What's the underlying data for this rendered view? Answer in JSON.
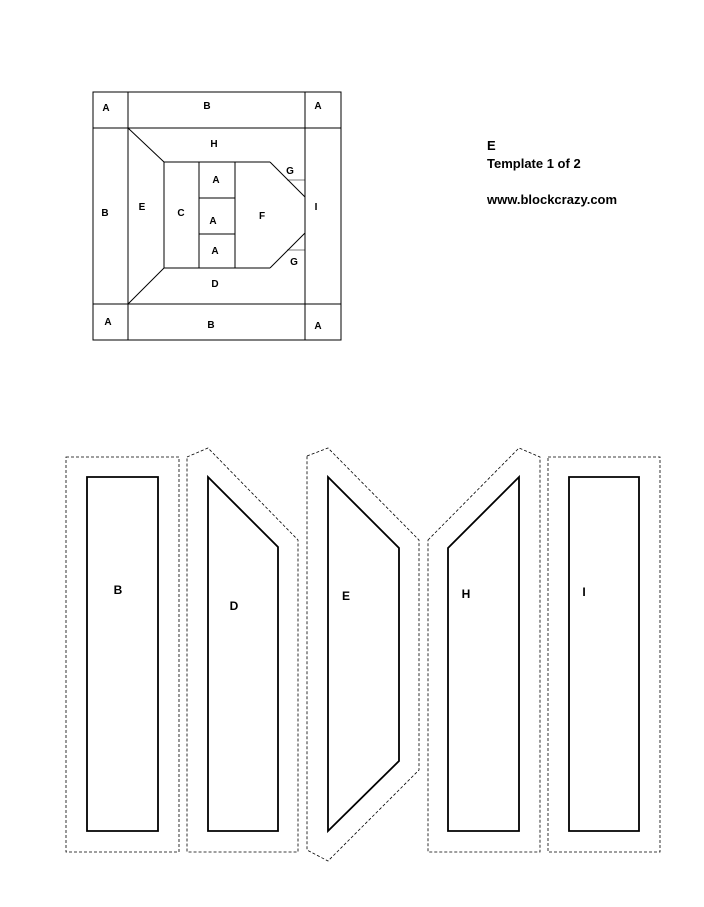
{
  "header": {
    "block_letter": "E",
    "template_label": "Template 1 of 2",
    "website": "www.blockcrazy.com"
  },
  "block_diagram": {
    "labels": {
      "corner_tl": "A",
      "top_b": "B",
      "corner_tr": "A",
      "left_b": "B",
      "e": "E",
      "h": "H",
      "c": "C",
      "a1": "A",
      "a2": "A",
      "a3": "A",
      "f": "F",
      "g_top": "G",
      "g_bottom": "G",
      "i": "I",
      "d": "D",
      "corner_bl": "A",
      "bottom_b": "B",
      "corner_br": "A"
    }
  },
  "templates": {
    "pieces": [
      {
        "id": "b",
        "label": "B"
      },
      {
        "id": "d",
        "label": "D"
      },
      {
        "id": "e",
        "label": "E"
      },
      {
        "id": "h",
        "label": "H"
      },
      {
        "id": "i",
        "label": "I"
      }
    ]
  }
}
